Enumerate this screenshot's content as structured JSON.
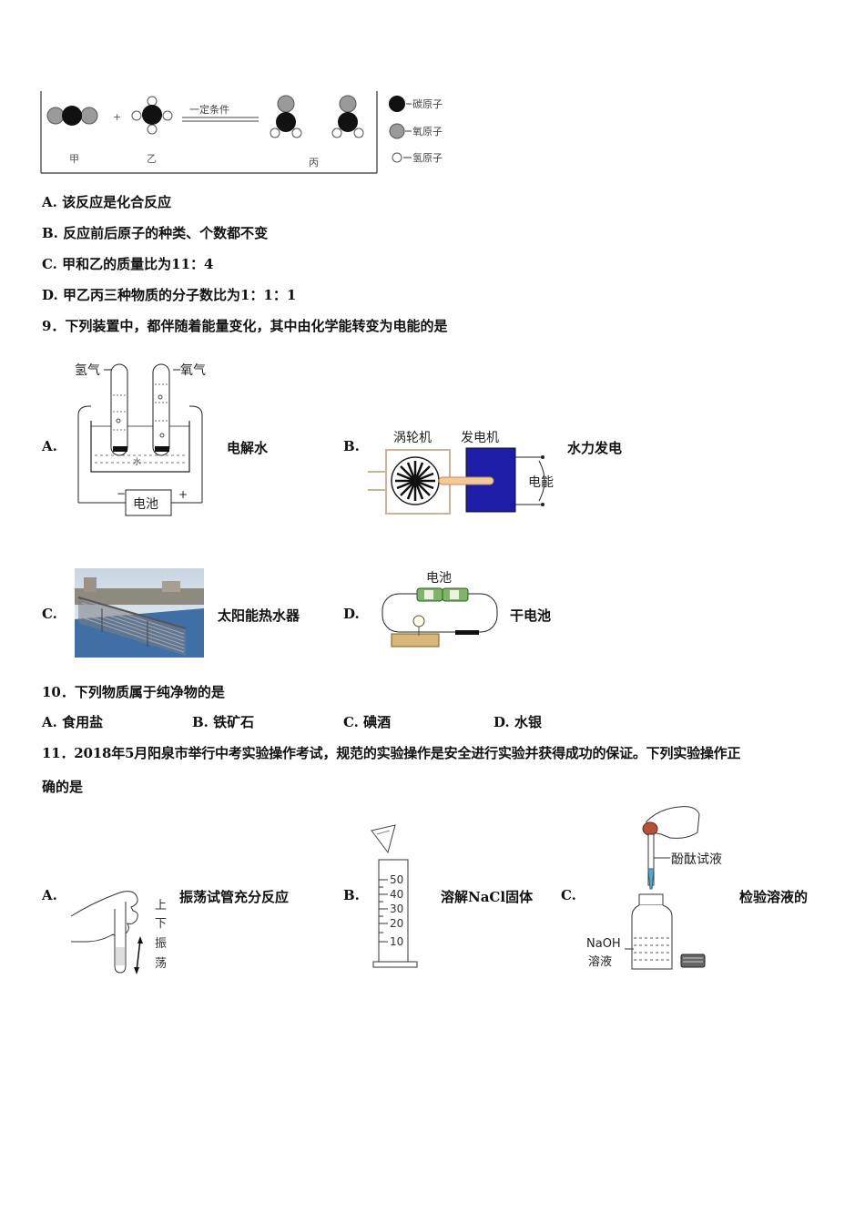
{
  "reaction": {
    "condition": "一定条件",
    "plus": "+",
    "names": [
      "甲",
      "乙",
      "丙"
    ],
    "legend": [
      "碳原子",
      "氧原子",
      "氢原子"
    ]
  },
  "q8": {
    "options": [
      {
        "letter": "A.",
        "text": "该反应是化合反应"
      },
      {
        "letter": "B.",
        "text": "反应前后原子的种类、个数都不变"
      },
      {
        "letter": "C.",
        "text": "甲和乙的质量比为11：4"
      },
      {
        "letter": "D.",
        "text": "甲乙丙三种物质的分子数比为1：1：1"
      }
    ]
  },
  "q9": {
    "stem": "9．下列装置中，都伴随着能量变化，其中由化学能转变为电能的是",
    "a": {
      "letter": "A.",
      "caption": "电解水",
      "h2": "氢气",
      "o2": "氧气",
      "battery": "电池",
      "minus": "−",
      "plus": "+"
    },
    "b": {
      "letter": "B.",
      "caption": "水力发电",
      "turbine": "涡轮机",
      "generator": "发电机",
      "power": "电能"
    },
    "c": {
      "letter": "C.",
      "caption": "太阳能热水器"
    },
    "d": {
      "letter": "D.",
      "caption": "干电池",
      "battery": "电池"
    }
  },
  "q10": {
    "stem": "10．下列物质属于纯净物的是",
    "options": [
      {
        "letter": "A.",
        "text": "食用盐"
      },
      {
        "letter": "B.",
        "text": "铁矿石"
      },
      {
        "letter": "C.",
        "text": "碘酒"
      },
      {
        "letter": "D.",
        "text": "水银"
      }
    ]
  },
  "q11": {
    "stem_line1": "11．2018年5月阳泉市举行中考实验操作考试，规范的实验操作是安全进行实验并获得成功的保证。下列实验操作正",
    "stem_line2": "确的是",
    "a": {
      "letter": "A.",
      "caption": "振荡试管充分反应",
      "motion": [
        "上",
        "下",
        "振",
        "荡"
      ]
    },
    "b": {
      "letter": "B.",
      "caption": "溶解NaCl固体",
      "marks": [
        "50",
        "40",
        "30",
        "20",
        "10"
      ]
    },
    "c": {
      "letter": "C.",
      "caption": "检验溶液的",
      "reagent": "酚酞试液",
      "solution_1": "NaOH",
      "solution_2": "溶液"
    }
  }
}
